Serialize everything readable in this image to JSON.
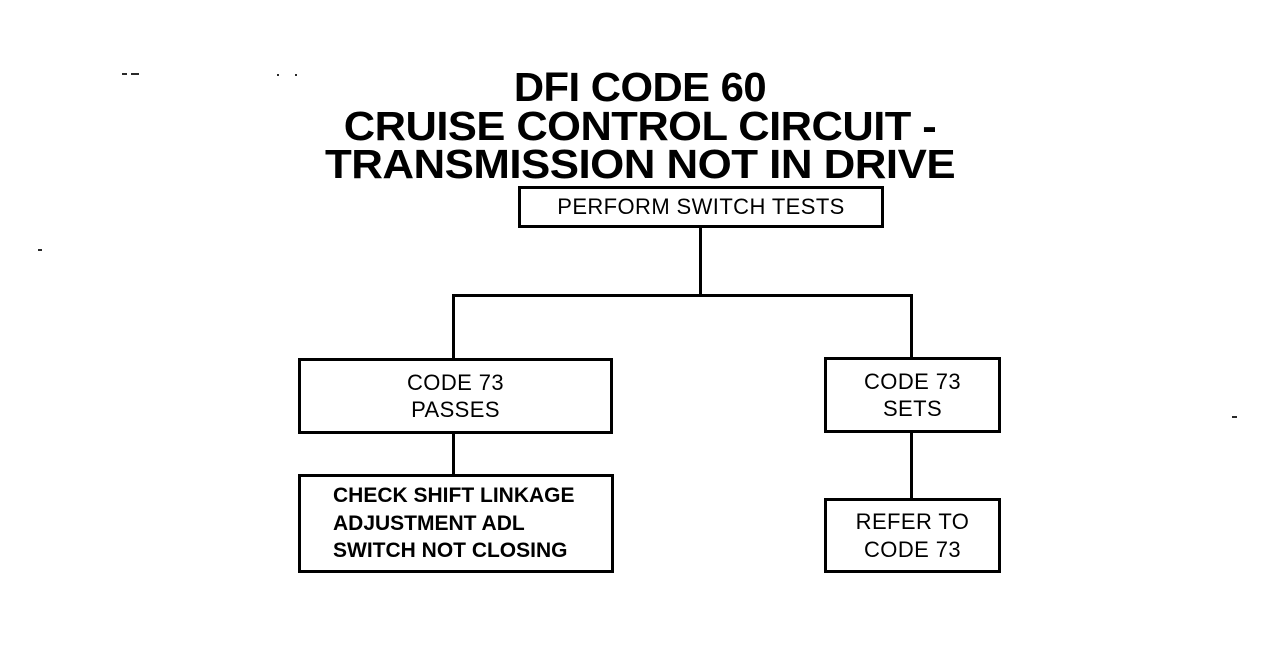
{
  "document": {
    "type": "troubleshooting-flowchart",
    "title_lines": [
      "DFI CODE 60",
      "CRUISE CONTROL CIRCUIT -",
      "TRANSMISSION NOT IN DRIVE"
    ],
    "background_color": "#ffffff",
    "ink_color": "#000000"
  },
  "nodes": {
    "root": {
      "label": "PERFORM SWITCH TESTS"
    },
    "branch_left": {
      "line1": "CODE 73",
      "line2": "PASSES"
    },
    "branch_right": {
      "line1": "CODE 73",
      "line2": "SETS"
    },
    "result_left": {
      "line1": "CHECK SHIFT LINKAGE",
      "line2": "ADJUSTMENT ADL",
      "line3": "SWITCH NOT CLOSING"
    },
    "result_right": {
      "line1": "REFER TO",
      "line2": "CODE 73"
    }
  },
  "connectors": {
    "root_to_bus": "vertical",
    "bus": "horizontal",
    "bus_to_left_branch": "vertical",
    "bus_to_right_branch": "vertical",
    "left_branch_to_result": "vertical",
    "right_branch_to_result": "vertical"
  }
}
